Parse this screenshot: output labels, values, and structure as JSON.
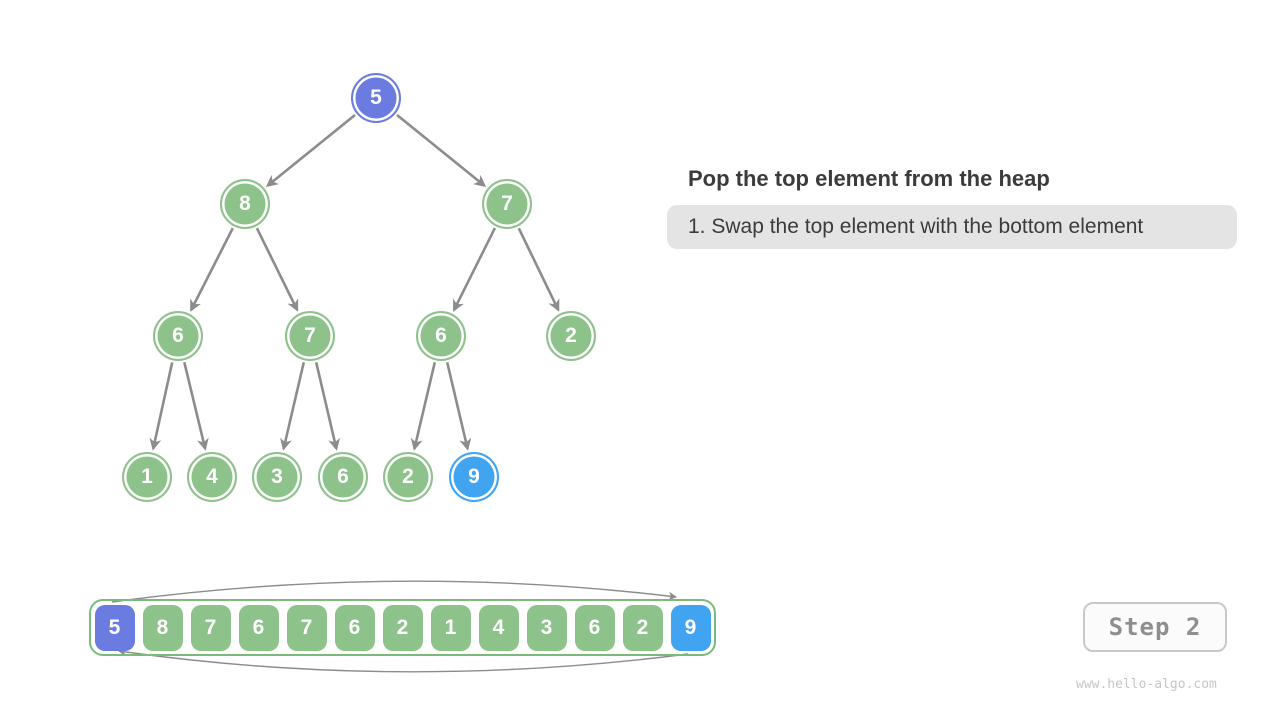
{
  "panel": {
    "title": "Pop the top element from the heap",
    "step_note": "1. Swap the top element with the bottom element"
  },
  "tree": {
    "nodes": [
      {
        "value": 5,
        "state": "top"
      },
      {
        "value": 8,
        "state": "normal"
      },
      {
        "value": 7,
        "state": "normal"
      },
      {
        "value": 6,
        "state": "normal"
      },
      {
        "value": 7,
        "state": "normal"
      },
      {
        "value": 6,
        "state": "normal"
      },
      {
        "value": 2,
        "state": "normal"
      },
      {
        "value": 1,
        "state": "normal"
      },
      {
        "value": 4,
        "state": "normal"
      },
      {
        "value": 3,
        "state": "normal"
      },
      {
        "value": 6,
        "state": "normal"
      },
      {
        "value": 2,
        "state": "normal"
      },
      {
        "value": 9,
        "state": "bottom"
      }
    ],
    "edges": [
      [
        0,
        1
      ],
      [
        0,
        2
      ],
      [
        1,
        3
      ],
      [
        1,
        4
      ],
      [
        2,
        5
      ],
      [
        2,
        6
      ],
      [
        3,
        7
      ],
      [
        3,
        8
      ],
      [
        4,
        9
      ],
      [
        4,
        10
      ],
      [
        5,
        11
      ],
      [
        5,
        12
      ]
    ]
  },
  "array": {
    "cells": [
      {
        "value": 5,
        "state": "top"
      },
      {
        "value": 8,
        "state": "normal"
      },
      {
        "value": 7,
        "state": "normal"
      },
      {
        "value": 6,
        "state": "normal"
      },
      {
        "value": 7,
        "state": "normal"
      },
      {
        "value": 6,
        "state": "normal"
      },
      {
        "value": 2,
        "state": "normal"
      },
      {
        "value": 1,
        "state": "normal"
      },
      {
        "value": 4,
        "state": "normal"
      },
      {
        "value": 3,
        "state": "normal"
      },
      {
        "value": 6,
        "state": "normal"
      },
      {
        "value": 2,
        "state": "normal"
      },
      {
        "value": 9,
        "state": "bottom"
      }
    ],
    "swap_indices": [
      0,
      12
    ]
  },
  "step_indicator": {
    "label": "Step 2"
  },
  "watermark": {
    "text": "www.hello-algo.com"
  },
  "colors": {
    "green": "#8DC28B",
    "green-border": "#7CBA7B",
    "purple": "#6B7CE0",
    "blue": "#41A4F1",
    "edge-gray": "#8C8C8C",
    "note-bg": "#E4E4E4",
    "text-dark": "#3B3B3B",
    "step-border": "#C8C8C8",
    "step-text": "#8E8E8E",
    "watermark-gray": "#C6C6C6"
  }
}
